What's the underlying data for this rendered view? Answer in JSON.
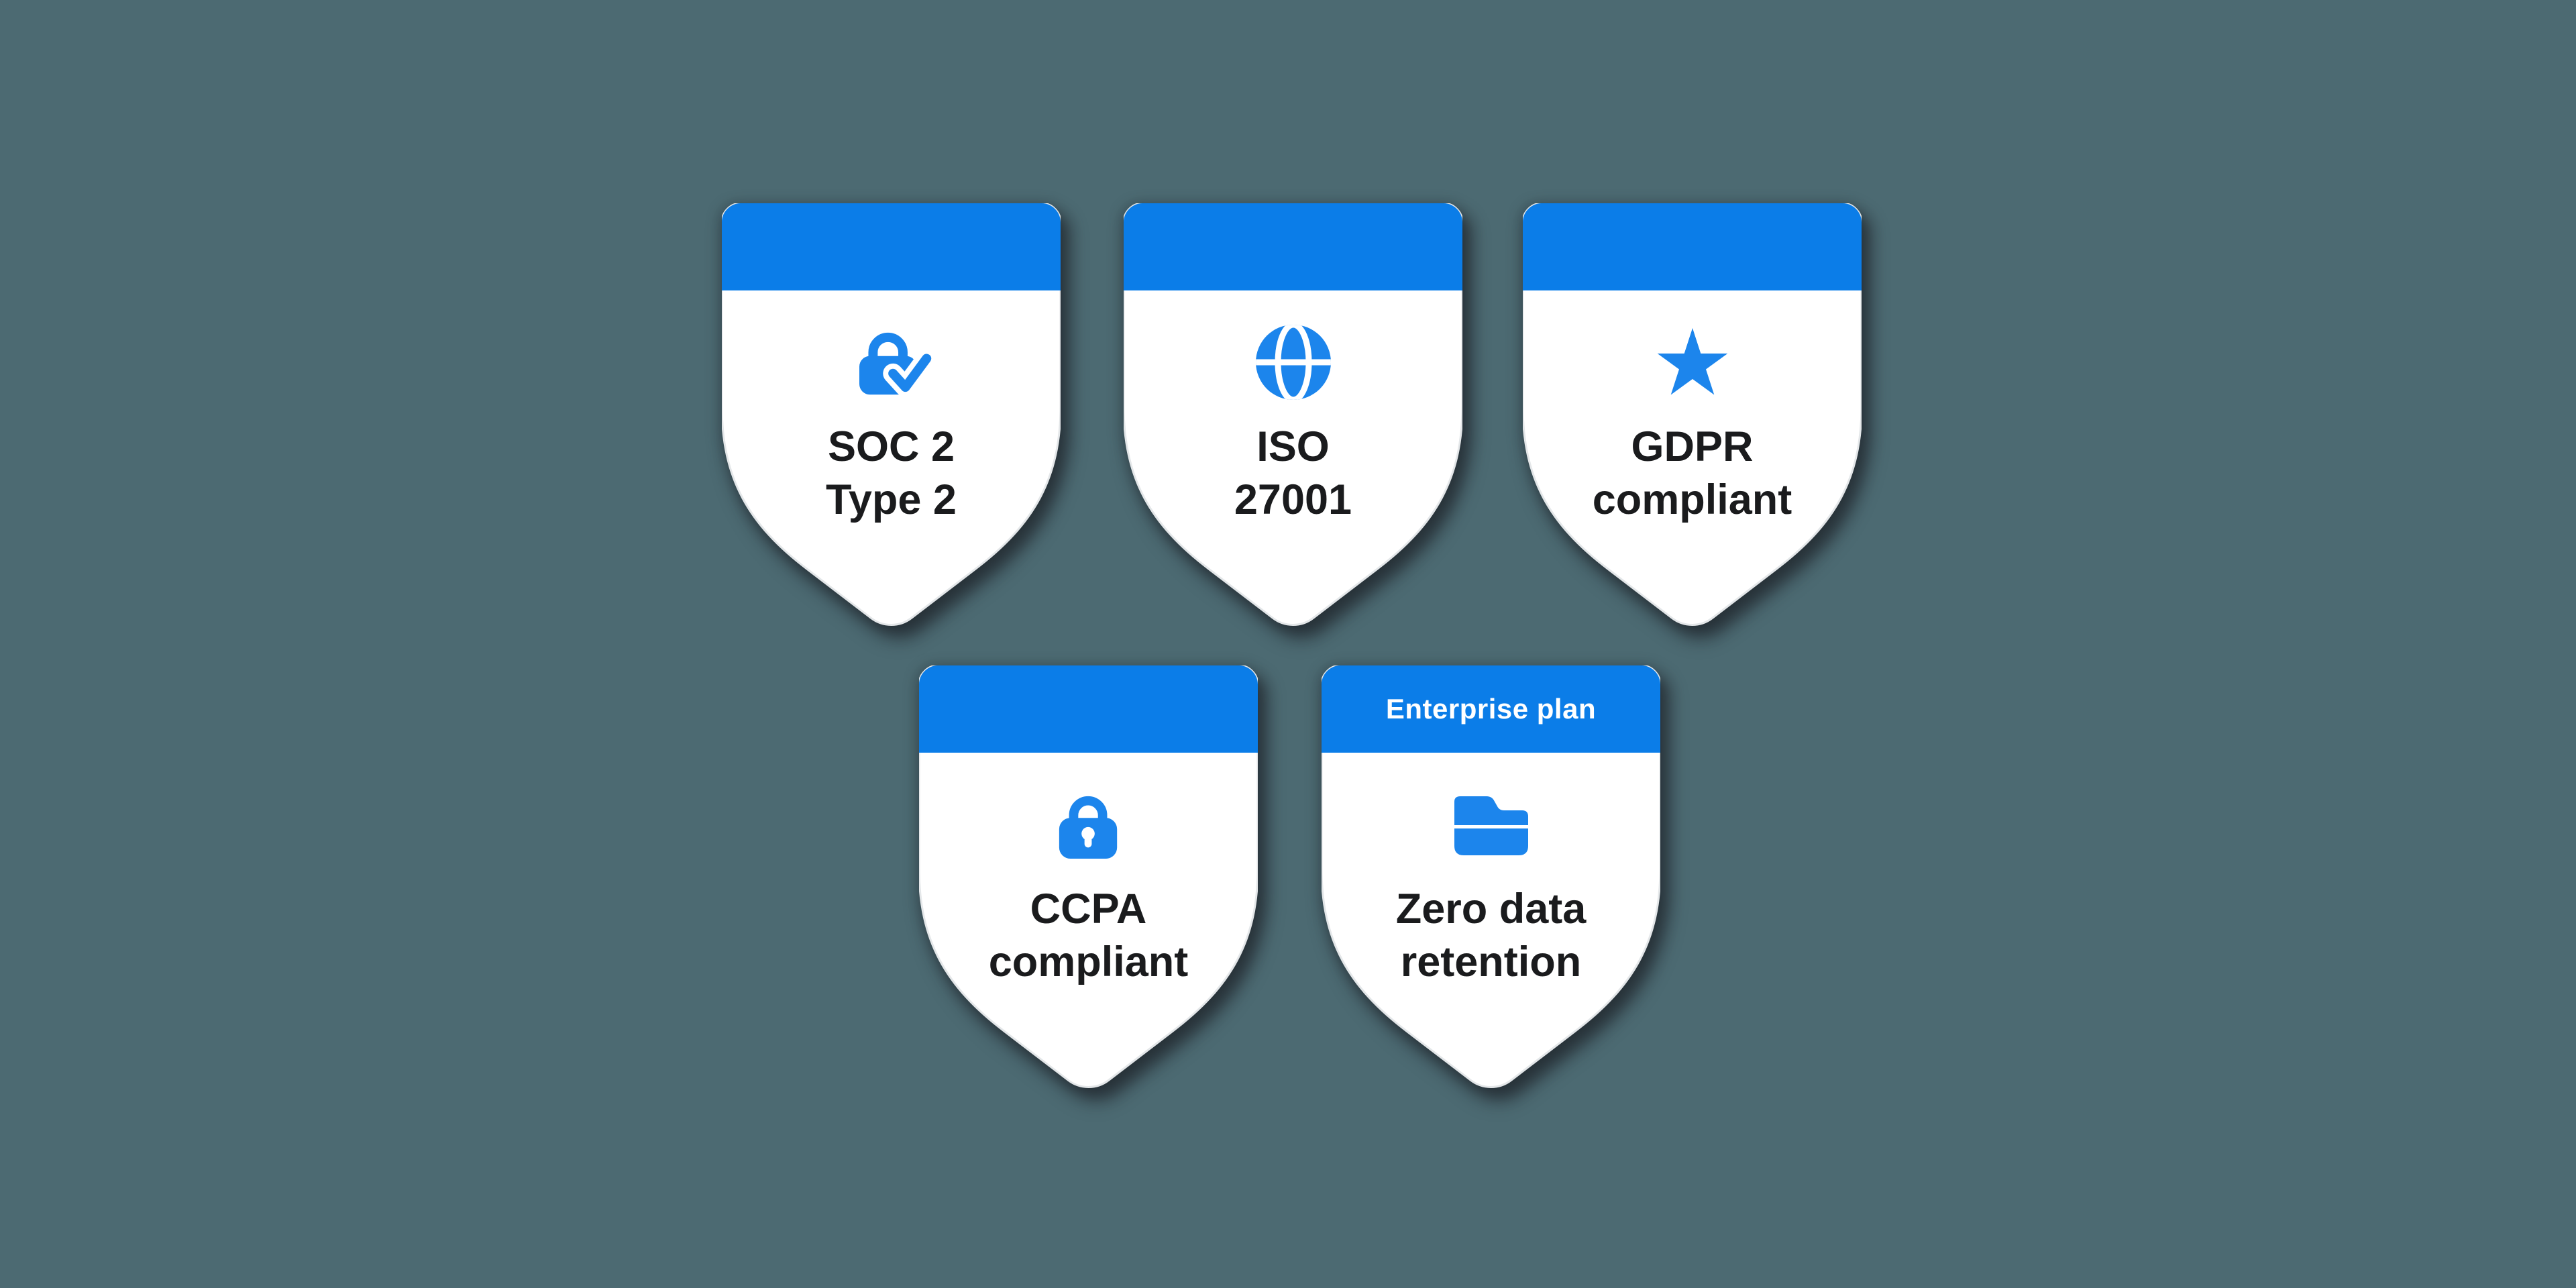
{
  "page": {
    "background_color": "#4c6a72",
    "description": "Compliance and security trust badges"
  },
  "colors": {
    "page_bg": "#4c6a72",
    "header_blue": "#0b7de8",
    "icon_blue": "#1c85ec",
    "shield_white": "#ffffff",
    "shield_edge": "#e4e7e9",
    "title_text": "#1a1b1d",
    "header_label_text": "#ffffff",
    "shadow": "#20262c"
  },
  "badges": [
    {
      "id": "soc2-type2",
      "icon": "lock-check-icon",
      "title_line1": "SOC 2",
      "title_line2": "Type 2"
    },
    {
      "id": "iso-27001",
      "icon": "globe-icon",
      "title_line1": "ISO",
      "title_line2": "27001"
    },
    {
      "id": "gdpr-compliant",
      "icon": "star-icon",
      "title_line1": "GDPR",
      "title_line2": "compliant"
    },
    {
      "id": "ccpa-compliant",
      "icon": "lock-icon",
      "title_line1": "CCPA",
      "title_line2": "compliant"
    },
    {
      "id": "zero-data-retention",
      "icon": "folder-icon",
      "header_label": "Enterprise plan",
      "title_line1": "Zero data",
      "title_line2": "retention"
    }
  ]
}
